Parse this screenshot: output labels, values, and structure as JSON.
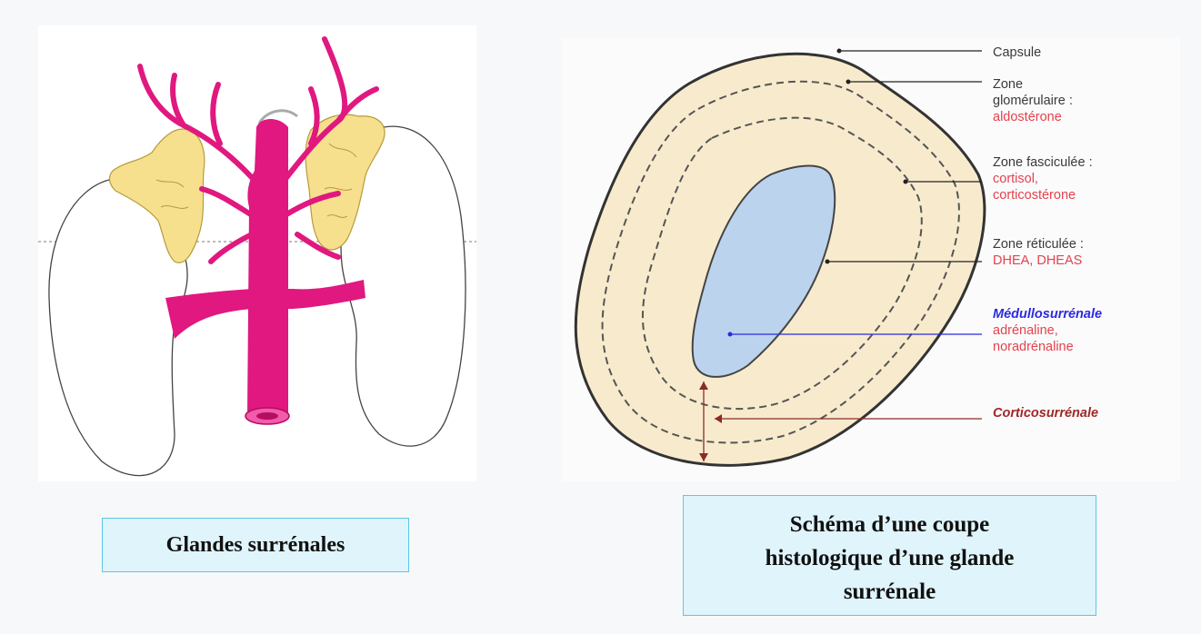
{
  "left_panel": {
    "caption": "Glandes surrénales"
  },
  "right_panel": {
    "caption_lines": [
      "Schéma d’une coupe",
      "histologique d’une glande",
      "surrénale"
    ],
    "labels": {
      "capsule": "Capsule",
      "zone_glomerulaire_title_1": "Zone",
      "zone_glomerulaire_title_2": "glomérulaire :",
      "zone_glomerulaire_hormone": "aldostérone",
      "zone_fasciculee_title": "Zone fasciculée :",
      "zone_fasciculee_hormone_1": "cortisol,",
      "zone_fasciculee_hormone_2": "corticostérone",
      "zone_reticulee_title": "Zone réticulée :",
      "zone_reticulee_hormone": "DHEA, DHEAS",
      "medullo_title": "Médullosurrénale",
      "medullo_hormone_1": "adrénaline,",
      "medullo_hormone_2": "noradrénaline",
      "cortico_title": "Corticosurrénale"
    }
  },
  "colors": {
    "vessel": "#e0187f",
    "gland": "#f6e08e",
    "cortex": "#f8ebcd",
    "medulla": "#bcd3ee",
    "red_text": "#e4424e",
    "blue_text": "#2b2be0",
    "caption_bg": "#dff4fb",
    "caption_border": "#5cc7ea"
  }
}
